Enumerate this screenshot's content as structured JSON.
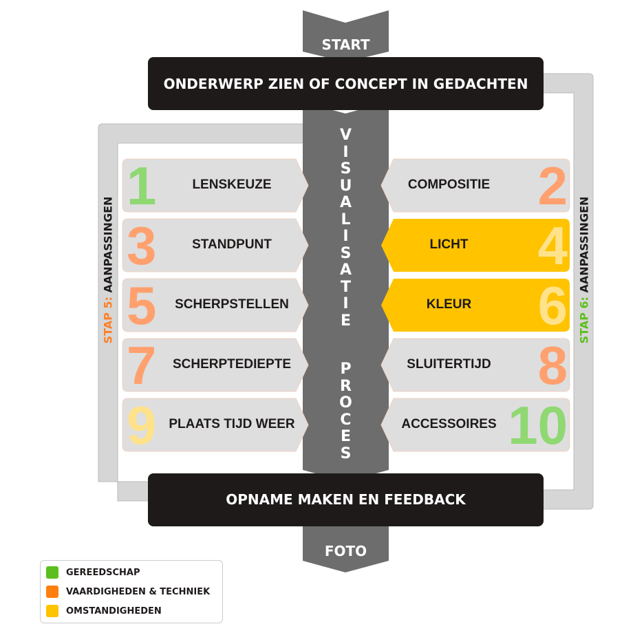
{
  "start_label": "START",
  "end_label": "FOTO",
  "top_bar": "ONDERWERP ZIEN OF CONCEPT IN GEDACHTEN",
  "bottom_bar": "OPNAME MAKEN EN FEEDBACK",
  "center_word1": [
    "V",
    "I",
    "S",
    "U",
    "A",
    "L",
    "I",
    "S",
    "A",
    "T",
    "I",
    "E"
  ],
  "center_word2": [
    "P",
    "R",
    "O",
    "C",
    "E",
    "S"
  ],
  "left_loop": {
    "step": "STAP 5:",
    "text": " AANPASSINGEN",
    "step_color": "#ff7f27"
  },
  "right_loop": {
    "step": "STAP 6:",
    "text": " AANPASSINGEN",
    "step_color": "#5cbf1d"
  },
  "items": [
    {
      "num": "1",
      "label": "LENSKEUZE",
      "side": "left",
      "category": "gereedschap"
    },
    {
      "num": "2",
      "label": "COMPOSITIE",
      "side": "right",
      "category": "vaardigheden"
    },
    {
      "num": "3",
      "label": "STANDPUNT",
      "side": "left",
      "category": "vaardigheden"
    },
    {
      "num": "4",
      "label": "LICHT",
      "side": "right",
      "category": "omstandigheden"
    },
    {
      "num": "5",
      "label": "SCHERPSTELLEN",
      "side": "left",
      "category": "vaardigheden"
    },
    {
      "num": "6",
      "label": "KLEUR",
      "side": "right",
      "category": "omstandigheden"
    },
    {
      "num": "7",
      "label": "SCHERPTEDIEPTE",
      "side": "left",
      "category": "vaardigheden"
    },
    {
      "num": "8",
      "label": "SLUITERTIJD",
      "side": "right",
      "category": "vaardigheden"
    },
    {
      "num": "9",
      "label": "PLAATS TIJD WEER",
      "side": "left",
      "category": "omstandigheden"
    },
    {
      "num": "10",
      "label": "ACCESSOIRES",
      "side": "right",
      "category": "gereedschap"
    }
  ],
  "legend": [
    {
      "label": "GEREEDSCHAP",
      "color": "#5cbf1d"
    },
    {
      "label": "VAARDIGHEDEN & TECHNIEK",
      "color": "#ff7f0e"
    },
    {
      "label": "OMSTANDIGHEDEN",
      "color": "#ffc300"
    }
  ]
}
